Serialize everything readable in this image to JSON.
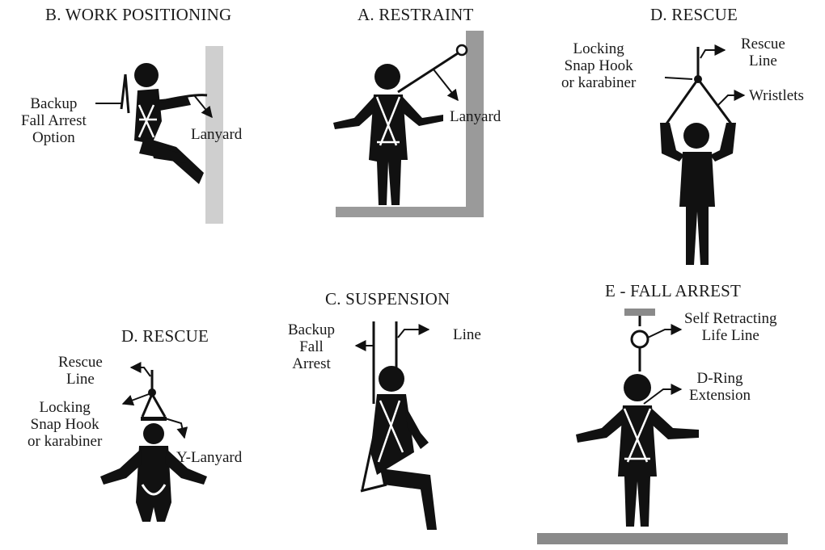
{
  "panels": {
    "work_positioning": {
      "title": "B. WORK POSITIONING",
      "backup_1": "Backup",
      "backup_2": "Fall Arrest",
      "backup_3": "Option",
      "lanyard": "Lanyard"
    },
    "restraint": {
      "title": "A. RESTRAINT",
      "lanyard": "Lanyard"
    },
    "rescue_top": {
      "title": "D. RESCUE",
      "snap_1": "Locking",
      "snap_2": "Snap Hook",
      "snap_3": "or karabiner",
      "rescue_1": "Rescue",
      "rescue_2": "Line",
      "wristlets": "Wristlets"
    },
    "rescue_bottom": {
      "title": "D. RESCUE",
      "rescue_1": "Rescue",
      "rescue_2": "Line",
      "snap_1": "Locking",
      "snap_2": "Snap Hook",
      "snap_3": "or karabiner",
      "y_lanyard": "Y-Lanyard"
    },
    "suspension": {
      "title": "C. SUSPENSION",
      "backup_1": "Backup",
      "backup_2": "Fall",
      "backup_3": "Arrest",
      "line": "Line"
    },
    "fall_arrest": {
      "title": "E - FALL ARREST",
      "srl_1": "Self Retracting",
      "srl_2": "Life Line",
      "dring_1": "D-Ring",
      "dring_2": "Extension"
    }
  },
  "colors": {
    "ink": "#111111",
    "wall": "#cfcfcf",
    "floor": "#8a8a8a"
  }
}
